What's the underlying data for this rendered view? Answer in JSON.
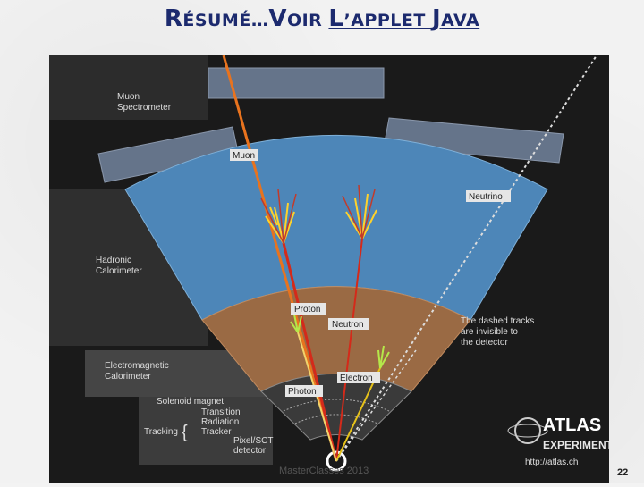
{
  "slide": {
    "title_part1_first": "R",
    "title_part1_rest": "ÉSUMÉ…",
    "title_part2_first": "V",
    "title_part2_rest": "OIR ",
    "title_link_l": "L",
    "title_link_rest1": "’APPLET ",
    "title_link_j": "J",
    "title_link_rest2": "AVA",
    "footer": "MasterClasses 2013",
    "page_number": "22"
  },
  "diagram": {
    "layers": {
      "muon_spectrometer": "Muon\nSpectrometer",
      "hadronic": "Hadronic\nCalorimeter",
      "em": "Electromagnetic\nCalorimeter",
      "solenoid": "Solenoid magnet",
      "trt": "Transition\nRadiation\nTracker",
      "tracking": "Tracking",
      "pixel": "Pixel/SCT\ndetector"
    },
    "particles": {
      "muon": "Muon",
      "neutrino": "Neutrino",
      "proton": "Proton",
      "neutron": "Neutron",
      "electron": "Electron",
      "photon": "Photon"
    },
    "note": "The dashed tracks\nare invisible to\nthe detector",
    "logo": {
      "line1": "ATLAS",
      "line2": "EXPERIMENT",
      "url": "http://atlas.ch"
    },
    "colors": {
      "hadronic": "#4d86b8",
      "em": "#9a6a44",
      "muon_chamber": "#65748a",
      "tracker": "#3a3a3a",
      "muon_track": "#e8731e",
      "proton_track": "#d42a1a",
      "electron_track": "#e6c21a",
      "photon_track": "#f2d36b"
    }
  }
}
